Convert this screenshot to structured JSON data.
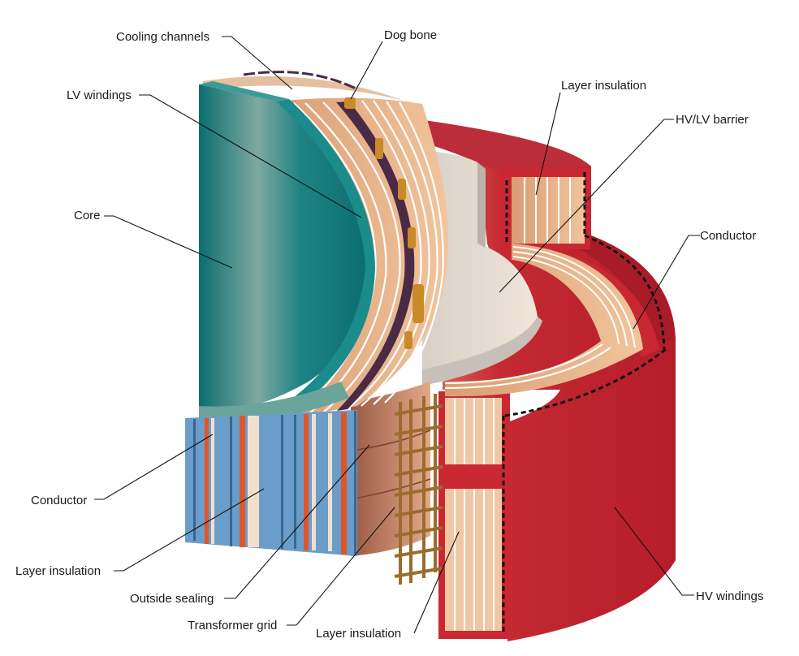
{
  "labels": {
    "cooling_channels": "Cooling channels",
    "dog_bone": "Dog bone",
    "lv_windings": "LV windings",
    "core": "Core",
    "layer_insulation_top": "Layer insulation",
    "hv_lv_barrier": "HV/LV barrier",
    "conductor_right": "Conductor",
    "conductor_left": "Conductor",
    "layer_insulation_left": "Layer insulation",
    "outside_sealing": "Outside sealing",
    "transformer_grid": "Transformer grid",
    "layer_insulation_bottom": "Layer insulation",
    "hv_windings": "HV windings"
  },
  "colors": {
    "core": "#0f7d80",
    "lv_winding": "#e8b48a",
    "cooling_channel": "#4a2a44",
    "dog_bone": "#c98a2a",
    "hv_winding": "#c0202d",
    "barrier": "#e7ddd0",
    "conductor_blue": "#5b8fbf",
    "insulation_orange": "#e0552a",
    "grid": "#9a6d2e"
  }
}
